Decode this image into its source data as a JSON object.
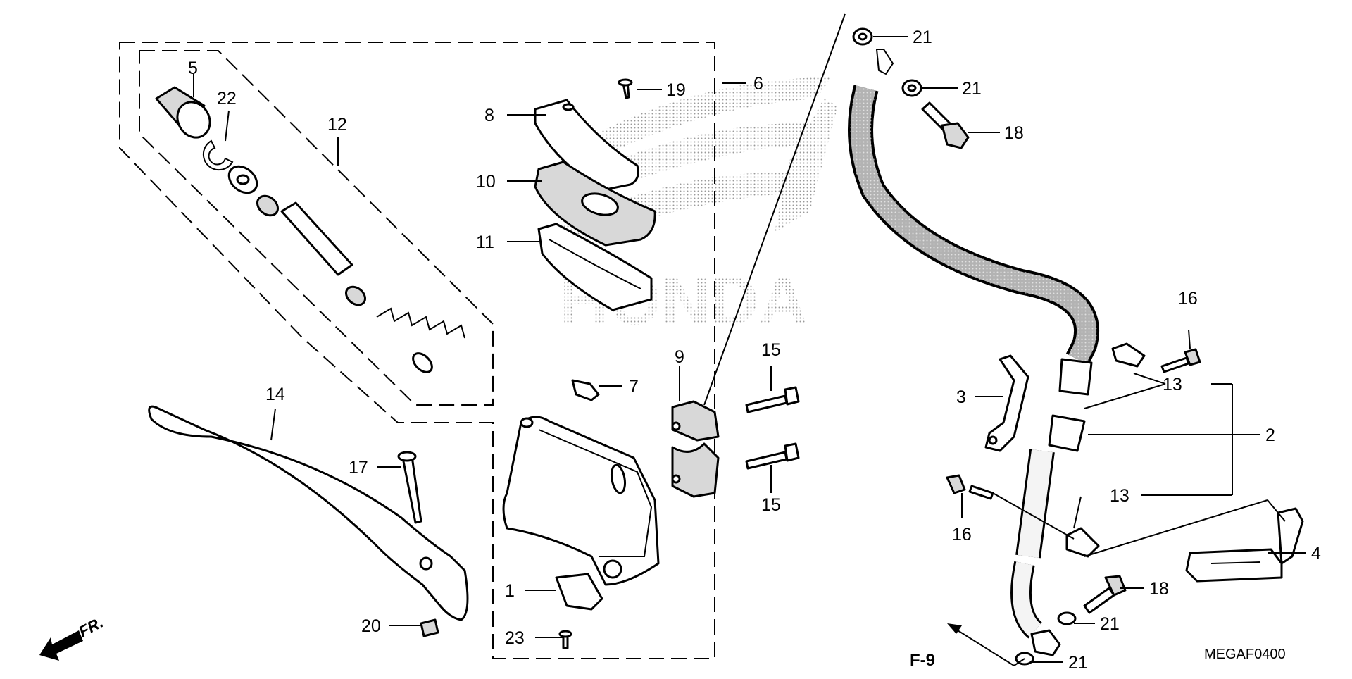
{
  "diagram": {
    "code": "MEGAF0400",
    "direction_label": "FR.",
    "reference": "F-9",
    "watermark": "HONDA",
    "callouts": {
      "c1": "1",
      "c2": "2",
      "c3": "3",
      "c4": "4",
      "c5": "5",
      "c6": "6",
      "c7": "7",
      "c8": "8",
      "c9": "9",
      "c10": "10",
      "c11": "11",
      "c12": "12",
      "c13a": "13",
      "c13b": "13",
      "c14": "14",
      "c15a": "15",
      "c15b": "15",
      "c16a": "16",
      "c16b": "16",
      "c17": "17",
      "c18a": "18",
      "c18b": "18",
      "c19": "19",
      "c20": "20",
      "c21a": "21",
      "c21b": "21",
      "c21c": "21",
      "c21d": "21",
      "c22": "22",
      "c23": "23"
    }
  }
}
